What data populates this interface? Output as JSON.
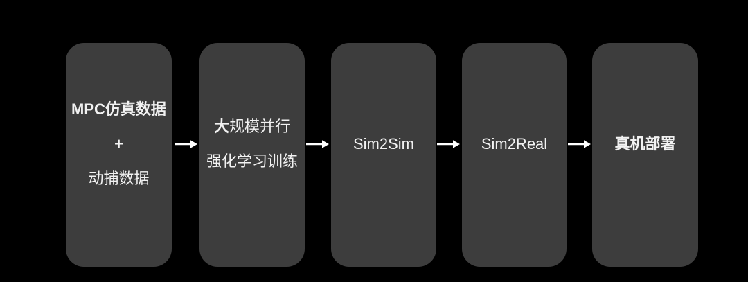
{
  "flow": {
    "description": "five-stage pipeline flowchart",
    "colors": {
      "background": "#000000",
      "node_fill": "#3d3d3d",
      "text": "#f2f2f2",
      "arrow": "#ffffff"
    },
    "nodes": [
      {
        "line1": "MPC仿真数据",
        "line2": "+",
        "line3": "动捕数据"
      },
      {
        "line1_bold": "大",
        "line1_rest": "规模并行",
        "line2": "强化学习训练"
      },
      {
        "label": "Sim2Sim"
      },
      {
        "label": "Sim2Real"
      },
      {
        "label": "真机部署"
      }
    ],
    "arrow_count": 4
  }
}
